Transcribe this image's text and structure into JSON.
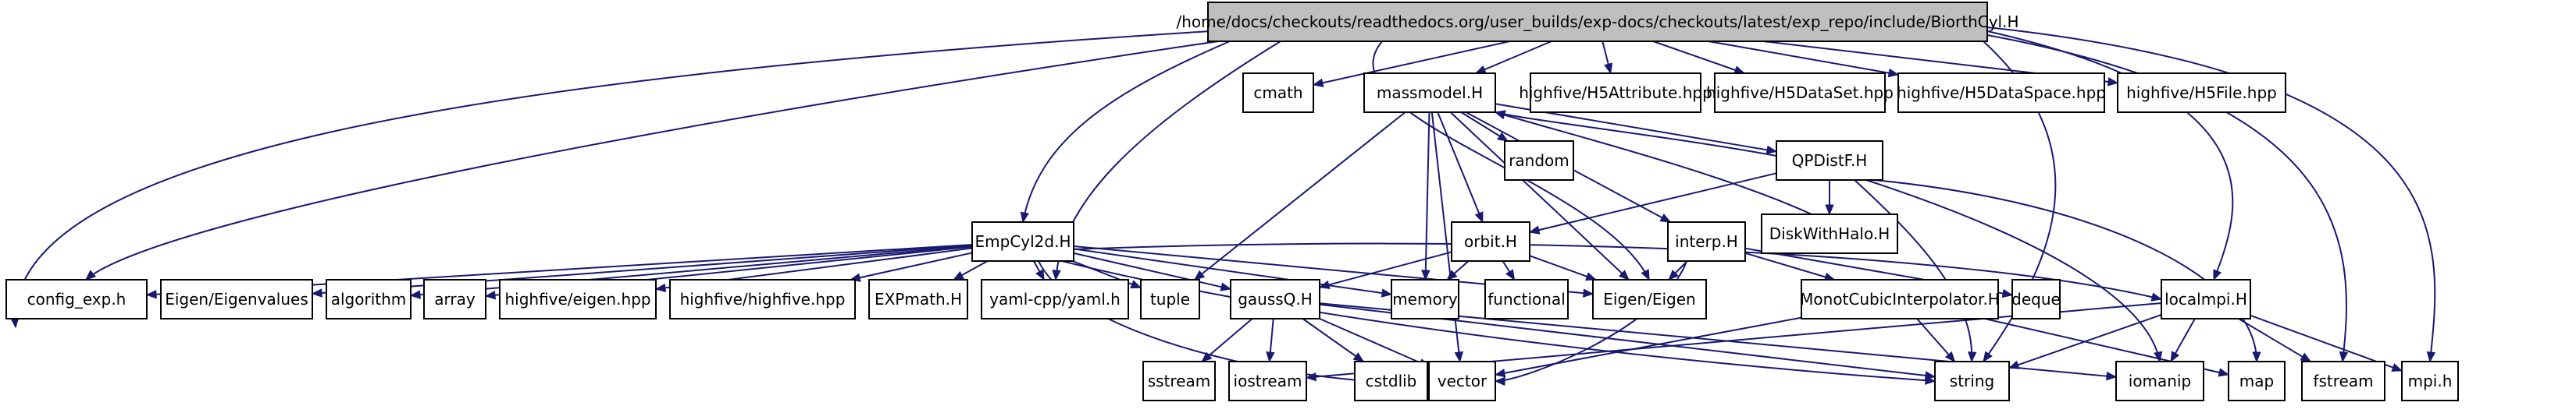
{
  "root": "/home/docs/checkouts/readthedocs.org/user_builds/exp-docs/checkouts/latest/exp_repo/include/BiorthCyl.H",
  "nodes": [
    {
      "id": "BiorthCyl",
      "label": "/home/docs/checkouts/readthedocs.org/user_builds/exp-docs/checkouts/latest/exp_repo/include/BiorthCyl.H",
      "root": true,
      "link": false
    },
    {
      "id": "cmath",
      "label": "cmath",
      "link": false
    },
    {
      "id": "massmodel",
      "label": "massmodel.H",
      "link": true
    },
    {
      "id": "h5attr",
      "label": "highfive/H5Attribute.hpp",
      "link": false
    },
    {
      "id": "h5dataset",
      "label": "highfive/H5DataSet.hpp",
      "link": false
    },
    {
      "id": "h5dataspace",
      "label": "highfive/H5DataSpace.hpp",
      "link": false
    },
    {
      "id": "h5file",
      "label": "highfive/H5File.hpp",
      "link": false
    },
    {
      "id": "random",
      "label": "random",
      "link": false
    },
    {
      "id": "qpdistf",
      "label": "QPDistF.H",
      "link": true
    },
    {
      "id": "empcyl2d",
      "label": "EmpCyl2d.H",
      "link": true
    },
    {
      "id": "orbit",
      "label": "orbit.H",
      "link": true
    },
    {
      "id": "interp",
      "label": "interp.H",
      "link": true
    },
    {
      "id": "diskwithhalo",
      "label": "DiskWithHalo.H",
      "link": true
    },
    {
      "id": "config_exp",
      "label": "config_exp.h",
      "link": false
    },
    {
      "id": "eigenvalues",
      "label": "Eigen/Eigenvalues",
      "link": false
    },
    {
      "id": "algorithm",
      "label": "algorithm",
      "link": false
    },
    {
      "id": "array",
      "label": "array",
      "link": false
    },
    {
      "id": "hf_eigen",
      "label": "highfive/eigen.hpp",
      "link": false
    },
    {
      "id": "hf_highfive",
      "label": "highfive/highfive.hpp",
      "link": false
    },
    {
      "id": "expmath",
      "label": "EXPmath.H",
      "link": false
    },
    {
      "id": "yaml",
      "label": "yaml-cpp/yaml.h",
      "link": false
    },
    {
      "id": "tuple",
      "label": "tuple",
      "link": false
    },
    {
      "id": "gaussq",
      "label": "gaussQ.H",
      "link": true
    },
    {
      "id": "memory",
      "label": "memory",
      "link": false
    },
    {
      "id": "functional",
      "label": "functional",
      "link": false
    },
    {
      "id": "eigen",
      "label": "Eigen/Eigen",
      "link": false
    },
    {
      "id": "monocubic",
      "label": "MonotCubicInterpolator.H",
      "link": true
    },
    {
      "id": "deque",
      "label": "deque",
      "link": false
    },
    {
      "id": "localmpi",
      "label": "localmpi.H",
      "link": true
    },
    {
      "id": "sstream",
      "label": "sstream",
      "link": false
    },
    {
      "id": "iostream",
      "label": "iostream",
      "link": false
    },
    {
      "id": "cstdlib",
      "label": "cstdlib",
      "link": false
    },
    {
      "id": "vector",
      "label": "vector",
      "link": false
    },
    {
      "id": "string",
      "label": "string",
      "link": false
    },
    {
      "id": "iomanip",
      "label": "iomanip",
      "link": false
    },
    {
      "id": "map",
      "label": "map",
      "link": false
    },
    {
      "id": "fstream",
      "label": "fstream",
      "link": false
    },
    {
      "id": "mpih",
      "label": "mpi.h",
      "link": false
    }
  ],
  "edges": [
    [
      "BiorthCyl",
      "cmath"
    ],
    [
      "BiorthCyl",
      "massmodel"
    ],
    [
      "BiorthCyl",
      "h5attr"
    ],
    [
      "BiorthCyl",
      "h5dataset"
    ],
    [
      "BiorthCyl",
      "h5dataspace"
    ],
    [
      "BiorthCyl",
      "h5file"
    ],
    [
      "BiorthCyl",
      "empcyl2d"
    ],
    [
      "BiorthCyl",
      "config_exp"
    ],
    [
      "BiorthCyl",
      "yaml"
    ],
    [
      "BiorthCyl",
      "eigen"
    ],
    [
      "BiorthCyl",
      "vector"
    ],
    [
      "BiorthCyl",
      "string"
    ],
    [
      "BiorthCyl",
      "localmpi"
    ],
    [
      "BiorthCyl",
      "fstream"
    ],
    [
      "BiorthCyl",
      "mpih"
    ],
    [
      "massmodel",
      "random"
    ],
    [
      "massmodel",
      "qpdistf"
    ],
    [
      "massmodel",
      "orbit"
    ],
    [
      "massmodel",
      "interp"
    ],
    [
      "massmodel",
      "tuple"
    ],
    [
      "massmodel",
      "memory"
    ],
    [
      "massmodel",
      "vector"
    ],
    [
      "massmodel",
      "eigen"
    ],
    [
      "qpdistf",
      "massmodel"
    ],
    [
      "qpdistf",
      "orbit"
    ],
    [
      "qpdistf",
      "diskwithhalo"
    ],
    [
      "qpdistf",
      "string"
    ],
    [
      "qpdistf",
      "iomanip"
    ],
    [
      "qpdistf",
      "map"
    ],
    [
      "diskwithhalo",
      "massmodel"
    ],
    [
      "orbit",
      "functional"
    ],
    [
      "orbit",
      "memory"
    ],
    [
      "orbit",
      "eigen"
    ],
    [
      "orbit",
      "gaussq"
    ],
    [
      "interp",
      "eigen"
    ],
    [
      "interp",
      "deque"
    ],
    [
      "interp",
      "vector"
    ],
    [
      "interp",
      "monocubic"
    ],
    [
      "monocubic",
      "vector"
    ],
    [
      "monocubic",
      "map"
    ],
    [
      "monocubic",
      "string"
    ],
    [
      "empcyl2d",
      "config_exp"
    ],
    [
      "empcyl2d",
      "eigenvalues"
    ],
    [
      "empcyl2d",
      "algorithm"
    ],
    [
      "empcyl2d",
      "array"
    ],
    [
      "empcyl2d",
      "hf_eigen"
    ],
    [
      "empcyl2d",
      "hf_highfive"
    ],
    [
      "empcyl2d",
      "expmath"
    ],
    [
      "empcyl2d",
      "yaml"
    ],
    [
      "empcyl2d",
      "tuple"
    ],
    [
      "empcyl2d",
      "gaussq"
    ],
    [
      "empcyl2d",
      "memory"
    ],
    [
      "empcyl2d",
      "eigen"
    ],
    [
      "empcyl2d",
      "localmpi"
    ],
    [
      "empcyl2d",
      "vector"
    ],
    [
      "empcyl2d",
      "string"
    ],
    [
      "gaussq",
      "sstream"
    ],
    [
      "gaussq",
      "iostream"
    ],
    [
      "gaussq",
      "cstdlib"
    ],
    [
      "gaussq",
      "vector"
    ],
    [
      "gaussq",
      "string"
    ],
    [
      "gaussq",
      "iomanip"
    ],
    [
      "localmpi",
      "iostream"
    ],
    [
      "localmpi",
      "string"
    ],
    [
      "localmpi",
      "iomanip"
    ],
    [
      "localmpi",
      "fstream"
    ],
    [
      "localmpi",
      "mpih"
    ]
  ]
}
